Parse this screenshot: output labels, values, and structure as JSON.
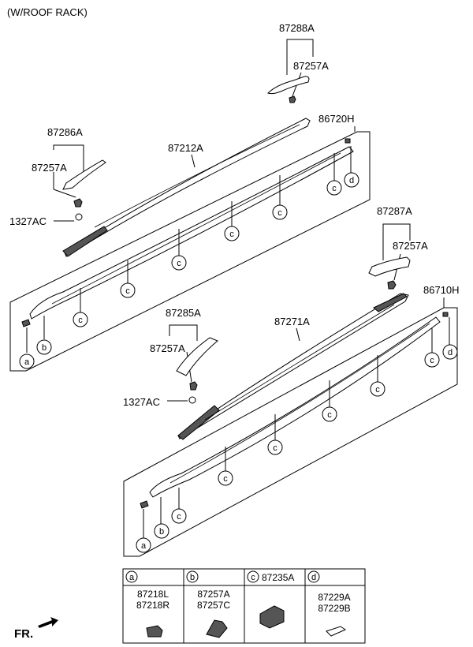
{
  "header_note": "(W/ROOF RACK)",
  "fr_label": "FR.",
  "parts": {
    "p87288A": "87288A",
    "p87257A_top": "87257A",
    "p86720H": "86720H",
    "p87286A": "87286A",
    "p87212A": "87212A",
    "p87257A_left": "87257A",
    "p1327AC_top": "1327AC",
    "p87287A": "87287A",
    "p87257A_right": "87257A",
    "p86710H": "86710H",
    "p87285A": "87285A",
    "p87271A": "87271A",
    "p87257A_mid": "87257A",
    "p1327AC_bottom": "1327AC"
  },
  "callouts": {
    "a": "a",
    "b": "b",
    "c": "c",
    "d": "d"
  },
  "legend": {
    "a": {
      "letter": "a",
      "parts": [
        "87218L",
        "87218R"
      ]
    },
    "b": {
      "letter": "b",
      "parts": [
        "87257A",
        "87257C"
      ]
    },
    "c": {
      "letter": "c",
      "parts": [
        "87235A"
      ]
    },
    "d": {
      "letter": "d",
      "parts": [
        "87229A",
        "87229B"
      ]
    }
  }
}
